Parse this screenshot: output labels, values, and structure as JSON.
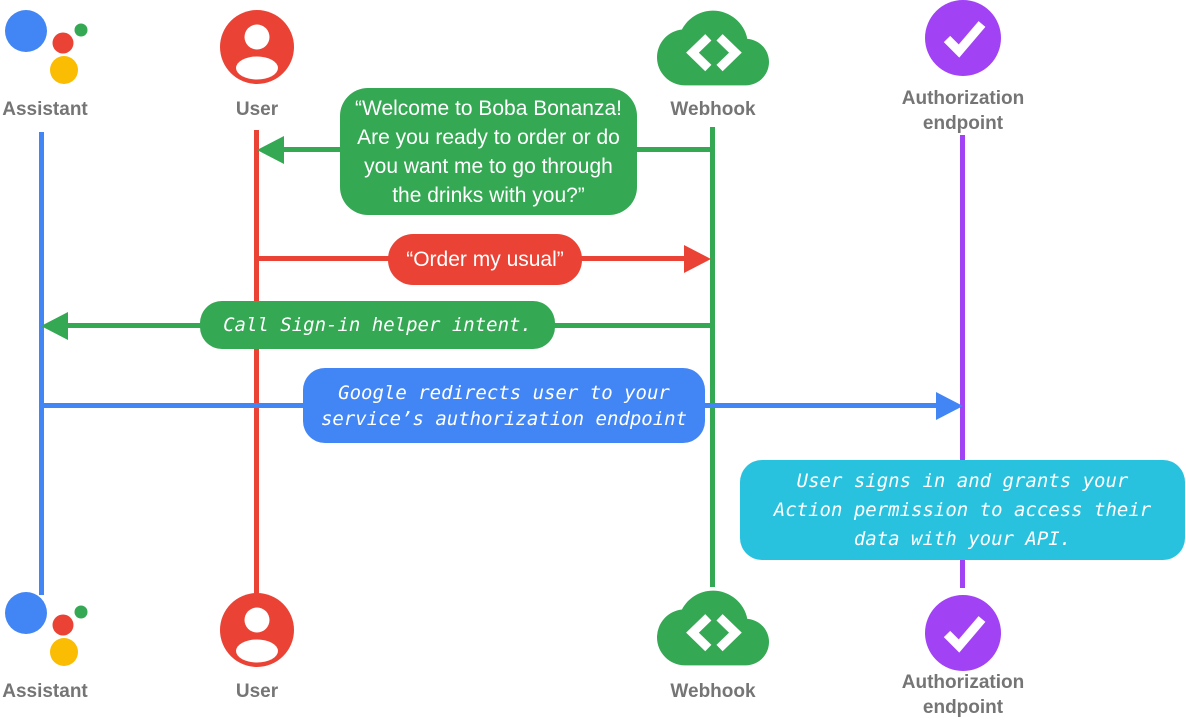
{
  "actors": {
    "assistant": {
      "label": "Assistant",
      "color": "#4285F4",
      "icon": "google-assistant-logo"
    },
    "user": {
      "label": "User",
      "color": "#EA4335",
      "icon": "person-in-circle"
    },
    "webhook": {
      "label": "Webhook",
      "color": "#34A853",
      "icon": "cloud-with-code-brackets"
    },
    "auth": {
      "label": "Authorization endpoint",
      "color": "#A142F4",
      "icon": "circle-with-checkmark"
    }
  },
  "assistant_logo_colors": {
    "blue": "#4285F4",
    "red": "#EA4335",
    "yellow": "#FBBC04",
    "green": "#34A853"
  },
  "label_color": "#757575",
  "messages": [
    {
      "name": "welcome-message",
      "text": "“Welcome to Boba Bonanza!\nAre you ready to order or do\nyou want me to go through\nthe drinks with you?”",
      "from": "webhook",
      "to": "user",
      "direction": "left",
      "color": "#34A853",
      "text_style": "sans"
    },
    {
      "name": "order-message",
      "text": "“Order my usual”",
      "from": "user",
      "to": "webhook",
      "direction": "right",
      "color": "#EA4335",
      "text_style": "sans"
    },
    {
      "name": "signin-helper-message",
      "text": "Call Sign-in helper intent.",
      "from": "webhook",
      "to": "assistant",
      "direction": "left",
      "color": "#34A853",
      "text_style": "mono-italic"
    },
    {
      "name": "redirect-message",
      "text": "Google redirects user to your\nservice’s authorization endpoint",
      "from": "assistant",
      "to": "auth",
      "direction": "right",
      "color": "#4285F4",
      "text_style": "mono-italic"
    },
    {
      "name": "signin-grant-note",
      "text": "User signs in and grants your\nAction permission to access their\ndata with your API.",
      "on": "auth",
      "direction": "none",
      "color": "#28C2DF",
      "text_style": "mono-italic"
    }
  ]
}
